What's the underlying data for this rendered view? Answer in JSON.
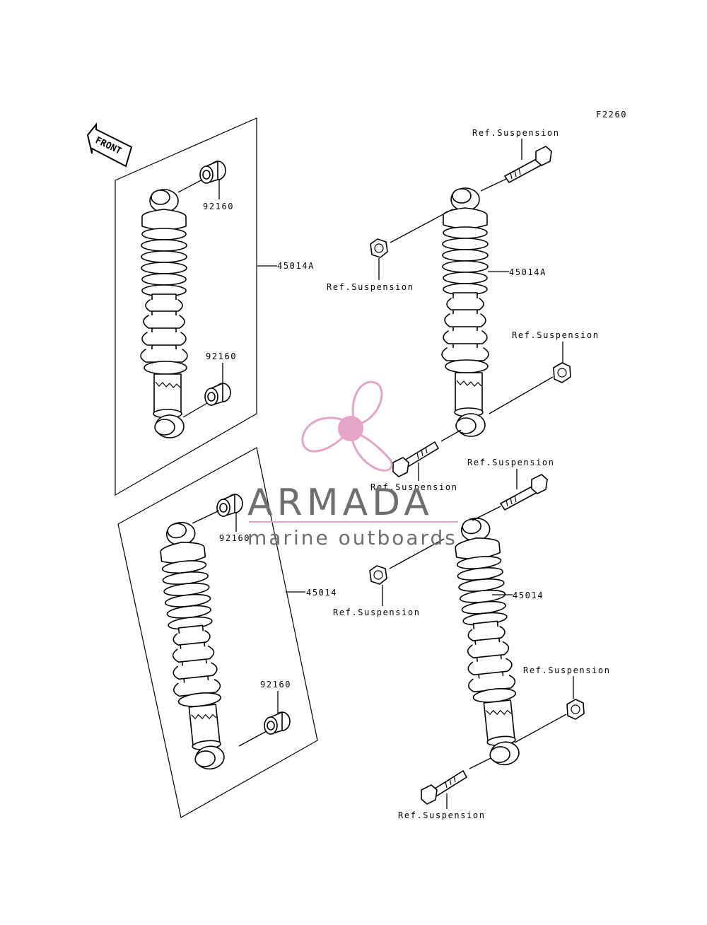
{
  "figure_code": "F2260",
  "front_label": "FRONT",
  "labels": {
    "p45014A_left": "45014A",
    "p92160_left_top": "92160",
    "p92160_left_bottom": "92160",
    "p45014_left": "45014",
    "p92160_lower_top": "92160",
    "p92160_lower_bottom": "92160",
    "p45014A_right": "45014A",
    "p45014_right": "45014",
    "ref_1": "Ref.Suspension",
    "ref_2": "Ref.Suspension",
    "ref_3": "Ref.Suspension",
    "ref_4": "Ref.Suspension",
    "ref_5": "Ref.Suspension",
    "ref_6": "Ref.Suspension",
    "ref_7": "Ref.Suspension",
    "ref_8": "Ref.Suspension"
  },
  "watermark": {
    "brand": "ARMADA",
    "tagline": "marine outboards",
    "colors": {
      "propeller": "#e6a3c8",
      "text": "#6e6e6e",
      "rule": "#e6a3c8"
    }
  }
}
